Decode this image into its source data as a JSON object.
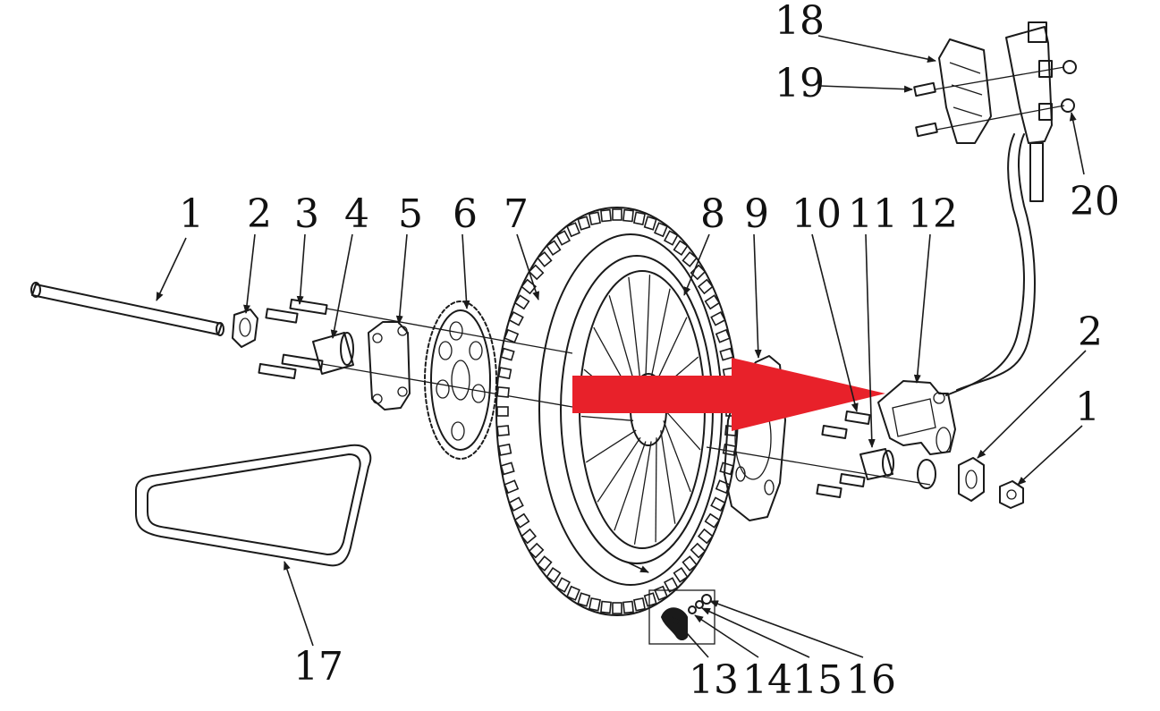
{
  "callouts": [
    {
      "id": "c1a",
      "text": "1"
    },
    {
      "id": "c2a",
      "text": "2"
    },
    {
      "id": "c3",
      "text": "3"
    },
    {
      "id": "c4",
      "text": "4"
    },
    {
      "id": "c5",
      "text": "5"
    },
    {
      "id": "c6",
      "text": "6"
    },
    {
      "id": "c7",
      "text": "7"
    },
    {
      "id": "c8",
      "text": "8"
    },
    {
      "id": "c9",
      "text": "9"
    },
    {
      "id": "c10",
      "text": "10"
    },
    {
      "id": "c11",
      "text": "11"
    },
    {
      "id": "c12",
      "text": "12"
    },
    {
      "id": "c2b",
      "text": "2"
    },
    {
      "id": "c1b",
      "text": "1"
    },
    {
      "id": "c17",
      "text": "17"
    },
    {
      "id": "c13",
      "text": "13"
    },
    {
      "id": "c14",
      "text": "14"
    },
    {
      "id": "c15",
      "text": "15"
    },
    {
      "id": "c16",
      "text": "16"
    },
    {
      "id": "c18",
      "text": "18"
    },
    {
      "id": "c19",
      "text": "19"
    },
    {
      "id": "c20",
      "text": "20"
    }
  ],
  "highlight": {
    "arrow_color": "#e8212a",
    "line_color": "#1a1a1a"
  }
}
